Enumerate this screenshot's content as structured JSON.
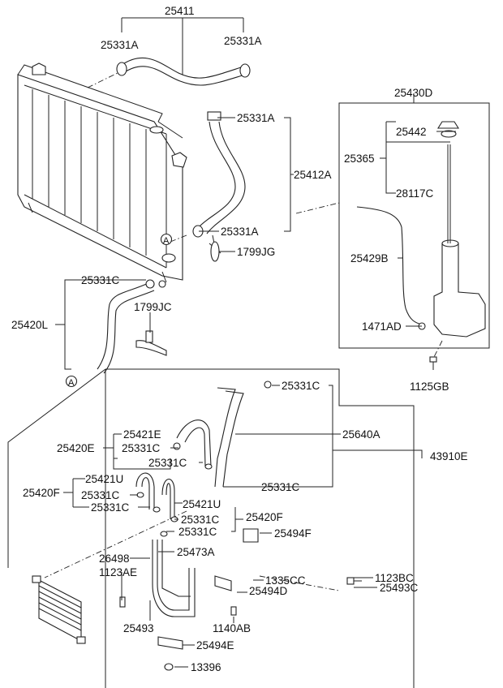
{
  "labels": {
    "p25411": "25411",
    "p25331A_1": "25331A",
    "p25331A_2": "25331A",
    "p25331A_3": "25331A",
    "p25331A_4": "25331A",
    "p25412A": "25412A",
    "p1799JG": "1799JG",
    "p25430D": "25430D",
    "p25442": "25442",
    "p25365": "25365",
    "p28117C": "28117C",
    "p25429B": "25429B",
    "p1471AD": "1471AD",
    "p1125GB": "1125GB",
    "p25331C_1": "25331C",
    "p25420L": "25420L",
    "p1799JC": "1799JC",
    "p25331C_2": "25331C",
    "p43910E": "43910E",
    "p25421E": "25421E",
    "p25420E": "25420E",
    "p25331C_3": "25331C",
    "p25331C_4": "25331C",
    "p25640A": "25640A",
    "p25421U_1": "25421U",
    "p25420F_1": "25420F",
    "p25331C_5": "25331C",
    "p25331C_6": "25331C",
    "p25331C_7": "25331C",
    "p25421U_2": "25421U",
    "p25331C_8": "25331C",
    "p25420F_2": "25420F",
    "p25331C_9": "25331C",
    "p25494F": "25494F",
    "p26498": "26498",
    "p25473A": "25473A",
    "p1123AE": "1123AE",
    "p1335CC": "1335CC",
    "p25494D": "25494D",
    "p1123BC": "1123BC",
    "p25493C": "25493C",
    "p25493": "25493",
    "p1140AB": "1140AB",
    "p25494E": "25494E",
    "p13396": "13396",
    "refA_1": "A",
    "refA_2": "A"
  }
}
